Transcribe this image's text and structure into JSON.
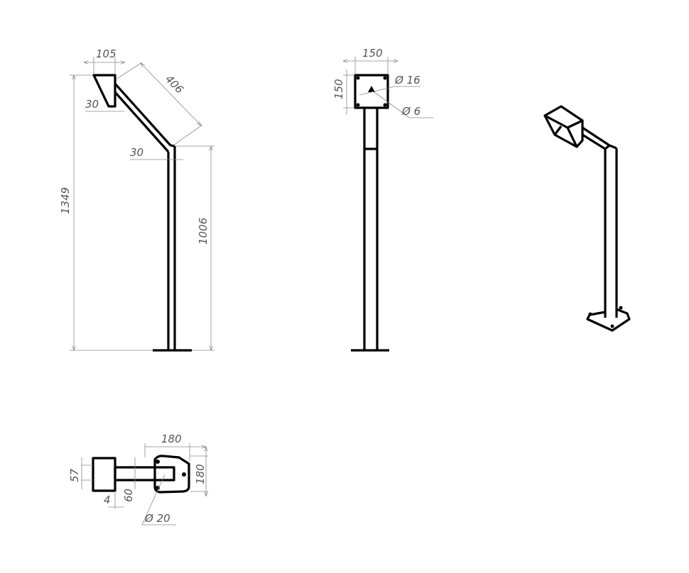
{
  "drawing": {
    "side_view": {
      "dimensions": {
        "head_width": "105",
        "head_bottom": "30",
        "arm_length": "406",
        "pole_width": "30",
        "total_height": "1349",
        "pole_height": "1006"
      }
    },
    "front_view": {
      "dimensions": {
        "plate_width": "150",
        "plate_height": "150",
        "hole_large": "Ø 16",
        "hole_small": "Ø 6"
      }
    },
    "top_view": {
      "dimensions": {
        "base_width": "180",
        "base_height": "180",
        "head_height": "57",
        "arm_width": "60",
        "offset": "4",
        "hole_diameter": "Ø 20"
      }
    },
    "isometric_view": {}
  }
}
